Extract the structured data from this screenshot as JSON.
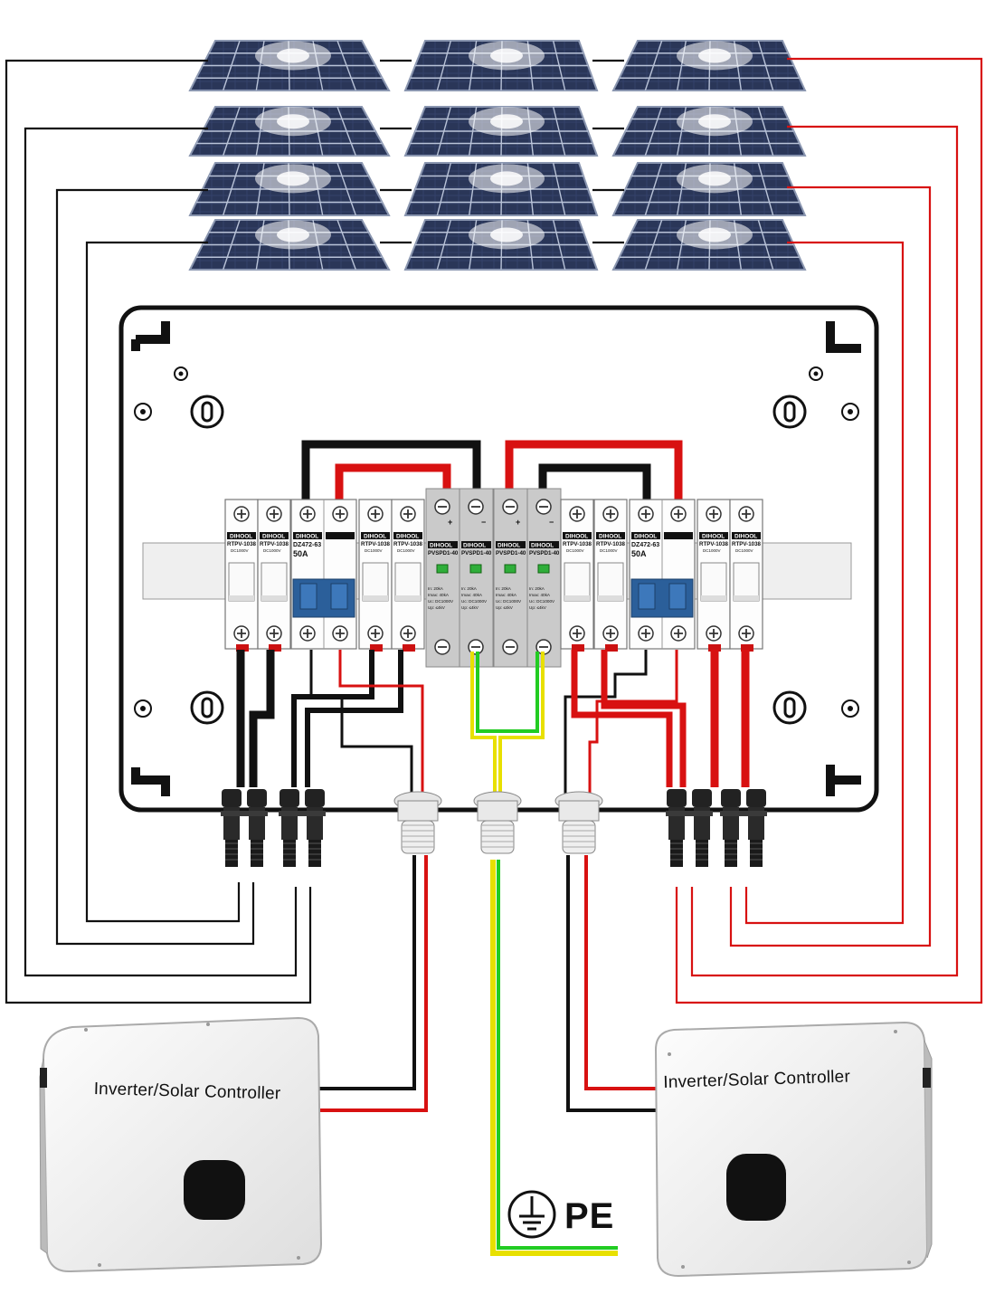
{
  "inverters": {
    "left_label": "Inverter/Solar Controller",
    "right_label": "Inverter/Solar Controller"
  },
  "earth": {
    "label": "PE"
  },
  "breakers": {
    "brand": "DIHOOL",
    "fuse_model": "RTPV-1038",
    "fuse_rating": "DC1000V",
    "dc_breaker_model": "DZ472-63",
    "dc_breaker_current": "50A",
    "spd_model": "PVSPD1-40",
    "spd_lines": [
      "In: 20kA",
      "Imax: 40kA",
      "Uc: DC1000V",
      "Up: ≤4kV"
    ]
  },
  "colors": {
    "positive": "#dd1111",
    "negative": "#111111",
    "earth_yellow": "#e8e000",
    "earth_green": "#22cc22",
    "panel": "#2e3a5c",
    "breaker_blue": "#2b5f9a",
    "spd_gray": "#c9c9c9"
  }
}
